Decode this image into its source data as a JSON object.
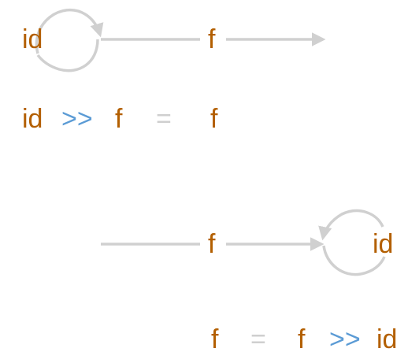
{
  "colors": {
    "identifier": "#b35f00",
    "operator": "#5b9bd5",
    "equals": "#cfcfcf",
    "arrow": "#d0d0d0",
    "background": "#ffffff"
  },
  "diagram_top": {
    "loop_label": "id",
    "function_label": "f"
  },
  "equation_top": {
    "lhs_left": "id",
    "operator": ">>",
    "lhs_right": "f",
    "equals": "=",
    "rhs": "f"
  },
  "diagram_bottom": {
    "function_label": "f",
    "loop_label": "id"
  },
  "equation_bottom": {
    "lhs": "f",
    "equals": "=",
    "rhs_left": "f",
    "operator": ">>",
    "rhs_right": "id"
  }
}
